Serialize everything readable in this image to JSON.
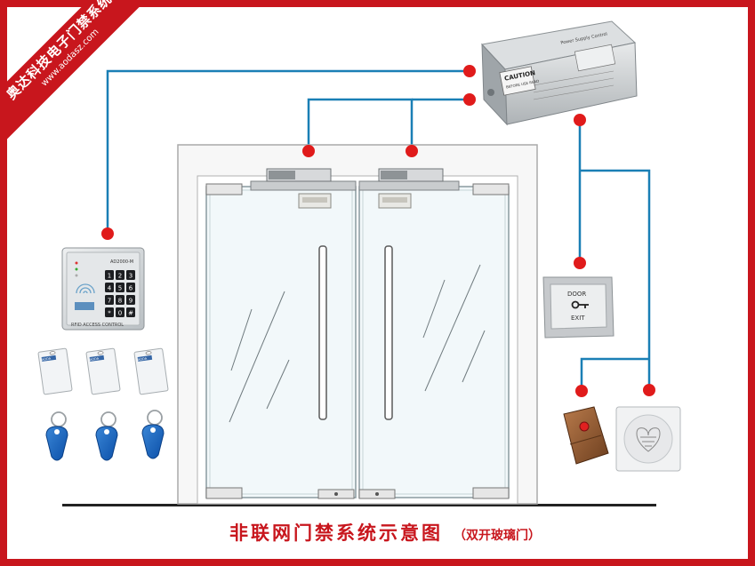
{
  "ribbon": {
    "title": "奥达科技电子门禁系统",
    "url": "www.aodasz.com"
  },
  "caption": {
    "main": "非联网门禁系统示意图",
    "sub": "（双开玻璃门）"
  },
  "power_supply": {
    "caution": "CAUTION",
    "caution_sub": "BEFORE USE READ",
    "header": "Power Supply Control"
  },
  "keypad": {
    "model": "AD2000-M",
    "footer": "RFID ACCESS CONTROL",
    "keys": [
      "1",
      "2",
      "3",
      "4",
      "5",
      "6",
      "7",
      "8",
      "9",
      "*",
      "0",
      "#"
    ]
  },
  "exit_button": {
    "line1": "DOOR",
    "line2": "EXIT"
  },
  "card_label": "AODA",
  "colors": {
    "wire": "#1a7fb5",
    "node": "#e01b1b",
    "frame": "#c8161d"
  }
}
